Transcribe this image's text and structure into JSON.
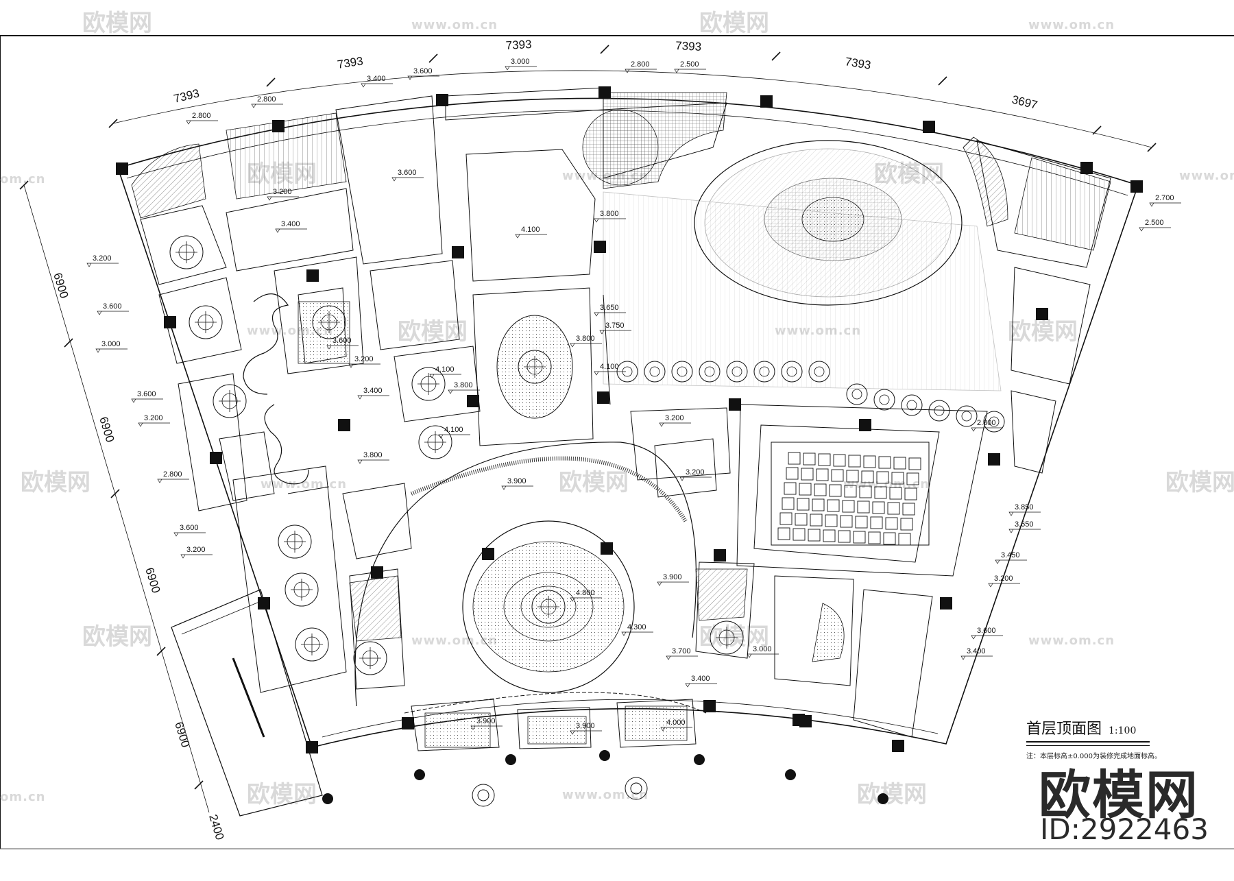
{
  "drawing": {
    "title": "首层顶面图",
    "scale": "1:100",
    "note": "注：本层标高±0.000为装修完成地面标高。"
  },
  "dimensions": {
    "top": [
      "7393",
      "7393",
      "7393",
      "7393",
      "7393",
      "3697"
    ],
    "left": [
      "6900",
      "6900",
      "6900",
      "6900",
      "2400"
    ]
  },
  "elevations": [
    "2.800",
    "2.800",
    "3.400",
    "3.600",
    "3.000",
    "2.800",
    "2.500",
    "3.200",
    "3.400",
    "3.600",
    "4.100",
    "3.800",
    "2.700",
    "2.500",
    "3.200",
    "3.600",
    "3.000",
    "3.600",
    "3.200",
    "3.400",
    "3.200",
    "4.100",
    "3.800",
    "3.650",
    "3.750",
    "3.800",
    "4.100",
    "3.600",
    "3.800",
    "4.100",
    "3.200",
    "2.800",
    "3.900",
    "3.200",
    "3.600",
    "3.200",
    "3.850",
    "3.650",
    "3.450",
    "3.200",
    "3.900",
    "4.800",
    "4.300",
    "3.700",
    "3.400",
    "3.600",
    "3.400",
    "3.900",
    "3.900",
    "4.000",
    "3.000",
    "2.800"
  ],
  "watermark": {
    "brand": "欧模网",
    "url": "www.om.cn",
    "url_short": "om.cn"
  },
  "logo": {
    "text": "欧模网",
    "id": "ID:2922463"
  },
  "colors": {
    "ink": "#111111",
    "watermark": "#d9d9d9",
    "logo": "#2a2a2a"
  }
}
